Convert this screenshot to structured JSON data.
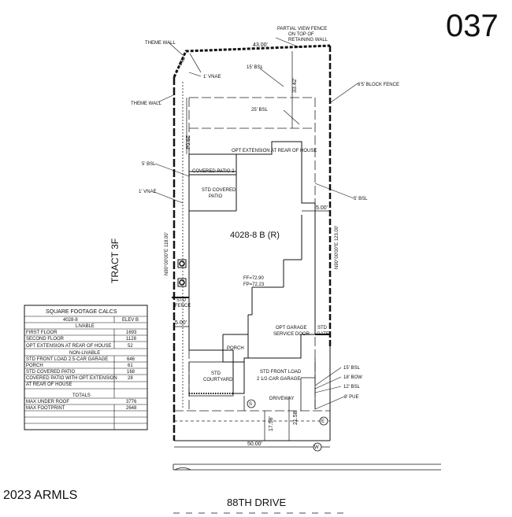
{
  "lot_number": "037",
  "copyright": "2023 ARMLS",
  "street": "88TH DRIVE",
  "tract": "TRACT 3F",
  "callouts": {
    "theme_wall_top": "THEME WALL",
    "theme_wall_left": "THEME WALL",
    "partial_view_fence": [
      "PARTIAL VIEW FENCE",
      "ON TOP OF",
      "RETAINING WALL"
    ],
    "block_fence": "6'5' BLOCK FENCE",
    "vnae_top": "1' VNAE",
    "vnae_side": "1' VNAE",
    "bsl_5_left": "5' BSL",
    "bsl_5_right": "5' BSL",
    "bsl_15_top": "15' BSL",
    "bsl_25": "25' BSL",
    "bsl_15_bottom": "15' BSL",
    "bow_18": "18' BOW",
    "bsl_12": "12' BSL",
    "pue_8": "8' PUE"
  },
  "dimensions": {
    "top": "43.00'",
    "corner": "6.80'",
    "rear_setback": "33.42'",
    "rear_left": "29.08'",
    "right_side": "N90°00'00\"E 123.00'",
    "left_side": "N90°00'00\"E 118.00'",
    "side_right": "5.00'",
    "side_left": "5.00'",
    "front_a": "17.58'",
    "front_b": "21.58'",
    "bottom": "50.00'"
  },
  "plan_labels": {
    "opt_extension": "OPT EXTENSION AT REAR OF HOUSE",
    "covered_patio_2": "COVERED PATIO 2",
    "std_covered_patio": [
      "STD COVERED",
      "PATIO"
    ],
    "model": "4028-8 B (R)",
    "ff": "FF=72.90",
    "fp": "FP=72.23",
    "std_fence": [
      "STD",
      "FENCE"
    ],
    "opt_garage_door": [
      "OPT GARAGE",
      "SERVICE DOOR"
    ],
    "std_gate": [
      "STD",
      "GATE"
    ],
    "porch": "PORCH",
    "courtyard": [
      "STD",
      "COURTYARD"
    ],
    "garage": [
      "STD FRONT LOAD",
      "2 1/2-CAR GARAGE"
    ],
    "driveway": "DRIVEWAY",
    "marker_s": "S",
    "marker_e": "E",
    "marker_w": "W"
  },
  "sqft_table": {
    "title": "SQUARE FOOTAGE CALCS",
    "plan": "4028-8",
    "elev": "ELEV B",
    "livable_header": "LIVABLE",
    "livable": [
      {
        "label": "FIRST FLOOR",
        "value": "1693"
      },
      {
        "label": "SECOND FLOOR",
        "value": "1128"
      },
      {
        "label": "OPT EXTENSION AT REAR OF HOUSE",
        "value": "52"
      }
    ],
    "non_livable_header": "NON-LIVABLE",
    "non_livable": [
      {
        "label": "STD FRONT LOAD 2.5-CAR GARAGE",
        "value": "646"
      },
      {
        "label": "PORCH",
        "value": "61"
      },
      {
        "label": "STD COVERED PATIO",
        "value": "168"
      },
      {
        "label": "COVERED PATIO WITH OPT EXTENSION",
        "label2": "AT REAR OF HOUSE",
        "value": "28"
      }
    ],
    "totals_header": "TOTALS",
    "totals": [
      {
        "label": "MAX UNDER ROOF",
        "value": "3776"
      },
      {
        "label": "MAX FOOTPRINT",
        "value": "2648"
      }
    ]
  }
}
